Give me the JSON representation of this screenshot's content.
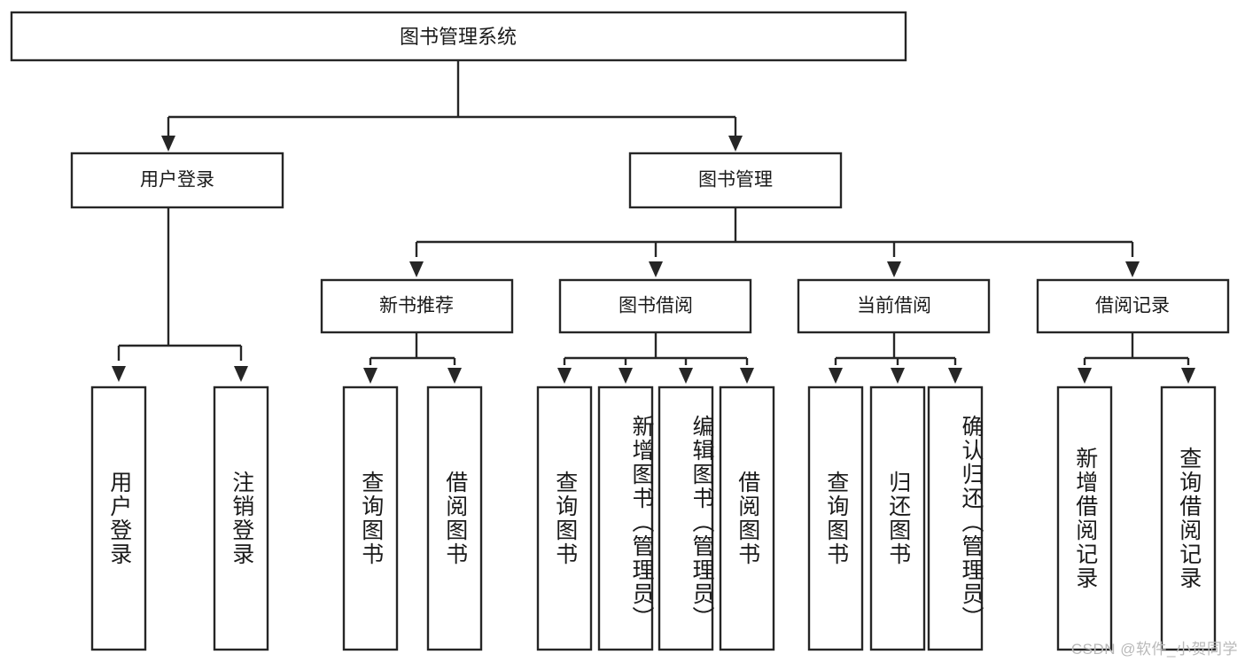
{
  "diagram": {
    "type": "tree-hierarchy",
    "title": "图书管理系统",
    "orientation": "top-down",
    "colors": {
      "box_stroke": "#262626",
      "box_fill": "#ffffff",
      "connector": "#262626",
      "text": "#1a1a1a",
      "watermark": "#b9b9b9",
      "background": "#ffffff"
    },
    "root": {
      "label": "图书管理系统"
    },
    "level2": [
      {
        "label": "用户登录"
      },
      {
        "label": "图书管理"
      }
    ],
    "level3": [
      {
        "label": "新书推荐"
      },
      {
        "label": "图书借阅"
      },
      {
        "label": "当前借阅"
      },
      {
        "label": "借阅记录"
      }
    ],
    "leaves": {
      "user_login": [
        {
          "label": "用户登录"
        },
        {
          "label": "注销登录"
        }
      ],
      "new_book_recommend": [
        {
          "label": "查询图书"
        },
        {
          "label": "借阅图书"
        }
      ],
      "book_borrow": [
        {
          "label": "查询图书"
        },
        {
          "label": "新增图书（管理员）"
        },
        {
          "label": "编辑图书（管理员）"
        },
        {
          "label": "借阅图书"
        }
      ],
      "current_borrow": [
        {
          "label": "查询图书"
        },
        {
          "label": "归还图书"
        },
        {
          "label": "确认归还（管理员）"
        }
      ],
      "borrow_record": [
        {
          "label": "新增借阅记录"
        },
        {
          "label": "查询借阅记录"
        }
      ]
    },
    "watermark": "CSDN @软件_小贺同学"
  }
}
